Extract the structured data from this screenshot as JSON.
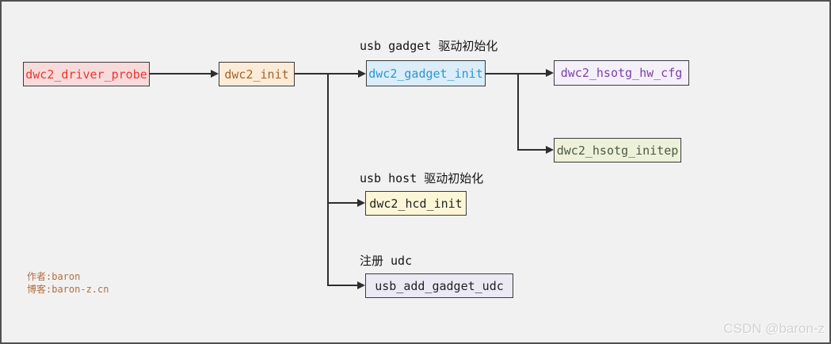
{
  "diagram": {
    "title_context": "dwc2 driver init call flow",
    "nodes": [
      {
        "id": "dwc2_driver_probe",
        "label": "dwc2_driver_probe",
        "fill": "#f7dbdb",
        "text_color": "#ef352d"
      },
      {
        "id": "dwc2_init",
        "label": "dwc2_init",
        "fill": "#fcebd7",
        "text_color": "#a4632e"
      },
      {
        "id": "dwc2_gadget_init",
        "label": "dwc2_gadget_init",
        "fill": "#daedf8",
        "text_color": "#3095d0"
      },
      {
        "id": "dwc2_hsotg_hw_cfg",
        "label": "dwc2_hsotg_hw_cfg",
        "fill": "#f4f0f9",
        "text_color": "#7e3faa"
      },
      {
        "id": "dwc2_hsotg_initep",
        "label": "dwc2_hsotg_initep",
        "fill": "#edf1da",
        "text_color": "#4d5846"
      },
      {
        "id": "dwc2_hcd_init",
        "label": "dwc2_hcd_init",
        "fill": "#fdf6d6",
        "text_color": "#222222"
      },
      {
        "id": "usb_add_gadget_udc",
        "label": "usb_add_gadget_udc",
        "fill": "#ebe9f4",
        "text_color": "#222222"
      }
    ],
    "edges": [
      {
        "from": "dwc2_driver_probe",
        "to": "dwc2_init"
      },
      {
        "from": "dwc2_init",
        "to": "dwc2_gadget_init"
      },
      {
        "from": "dwc2_init",
        "to": "dwc2_hcd_init"
      },
      {
        "from": "dwc2_init",
        "to": "usb_add_gadget_udc"
      },
      {
        "from": "dwc2_gadget_init",
        "to": "dwc2_hsotg_hw_cfg"
      },
      {
        "from": "dwc2_gadget_init",
        "to": "dwc2_hsotg_initep"
      }
    ],
    "annotations": {
      "gadget_group_label": "usb gadget 驱动初始化",
      "host_group_label": "usb host 驱动初始化",
      "udc_group_label": "注册 udc"
    }
  },
  "footer": {
    "author_line": "作者:baron",
    "blog_line": "博客:baron-z.cn"
  },
  "watermark": "CSDN @baron-z",
  "colors": {
    "canvas_background": "#f1f1f1",
    "frame_border": "#515151",
    "connector": "#2e2e2e",
    "node_border": "#3a3a3a",
    "annotation_text": "#141414",
    "author_text": "#b06f40",
    "watermark_text": "#d3d3d3"
  }
}
